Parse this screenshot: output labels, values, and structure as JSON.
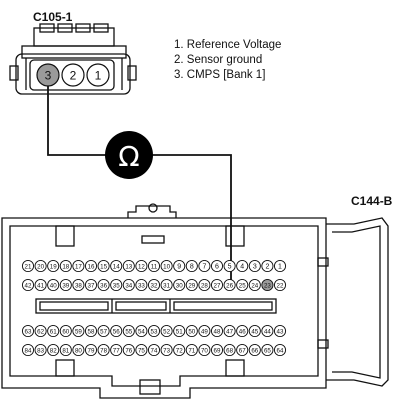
{
  "connector_top": {
    "name": "C105-1",
    "pins": [
      "3",
      "2",
      "1"
    ],
    "highlighted_pin": "3"
  },
  "legend": [
    "1. Reference Voltage",
    "2. Sensor ground",
    "3. CMPS [Bank 1]"
  ],
  "meter": {
    "symbol": "Ω"
  },
  "connector_bottom": {
    "name": "C144-B",
    "highlighted_pin": "23",
    "pin_rows": [
      [
        "21",
        "20",
        "19",
        "18",
        "17",
        "16",
        "15",
        "14",
        "13",
        "12",
        "11",
        "10",
        "9",
        "8",
        "7",
        "6",
        "5",
        "4",
        "3",
        "2",
        "1"
      ],
      [
        "42",
        "41",
        "40",
        "39",
        "38",
        "37",
        "36",
        "35",
        "34",
        "33",
        "32",
        "31",
        "30",
        "29",
        "28",
        "27",
        "26",
        "25",
        "24",
        "23",
        "22"
      ],
      [
        "63",
        "62",
        "61",
        "60",
        "59",
        "58",
        "57",
        "56",
        "55",
        "54",
        "53",
        "52",
        "51",
        "50",
        "49",
        "48",
        "47",
        "46",
        "45",
        "44",
        "43"
      ],
      [
        "84",
        "83",
        "82",
        "81",
        "80",
        "79",
        "78",
        "77",
        "76",
        "75",
        "74",
        "73",
        "72",
        "71",
        "70",
        "69",
        "68",
        "67",
        "66",
        "65",
        "64"
      ]
    ]
  },
  "colors": {
    "line": "#111111",
    "pin_fill": "#ffffff",
    "highlight_pin": "#9a9a9a",
    "meter_fill": "#000000",
    "meter_text": "#ffffff"
  }
}
